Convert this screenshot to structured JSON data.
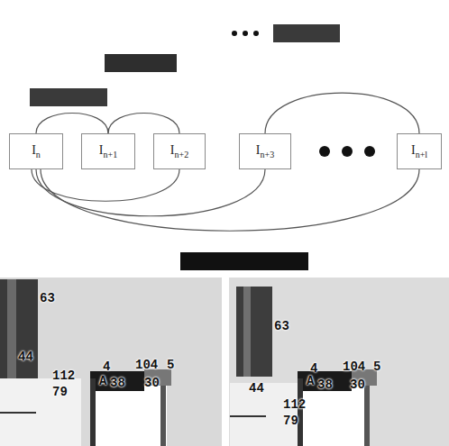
{
  "diagram": {
    "nodes": [
      {
        "text": [
          "In"
        ]
      },
      {
        "text": [
          "In+1"
        ]
      },
      {
        "text": [
          "In+2"
        ]
      },
      {
        "text": [
          "In+3"
        ]
      },
      {
        "text": [
          "In+l"
        ]
      }
    ],
    "edges": [
      {
        "from": 0,
        "to": 1,
        "arrow": "none"
      },
      {
        "from": 1,
        "to": 2,
        "arrow": "none"
      },
      {
        "from": 3,
        "to": 4,
        "arrow": "none"
      },
      {
        "from": 0,
        "to": 2,
        "arrow": "none"
      },
      {
        "from": 0,
        "to": 3,
        "arrow": "none"
      },
      {
        "from": 0,
        "to": 4,
        "arrow": "none"
      }
    ],
    "labels": [
      "63",
      "44",
      "112",
      "79",
      "4",
      "104",
      "5",
      "30",
      "A",
      "38",
      "63",
      "44",
      "112",
      "79",
      "4",
      "104",
      "5",
      "30",
      "A",
      "38"
    ]
  }
}
